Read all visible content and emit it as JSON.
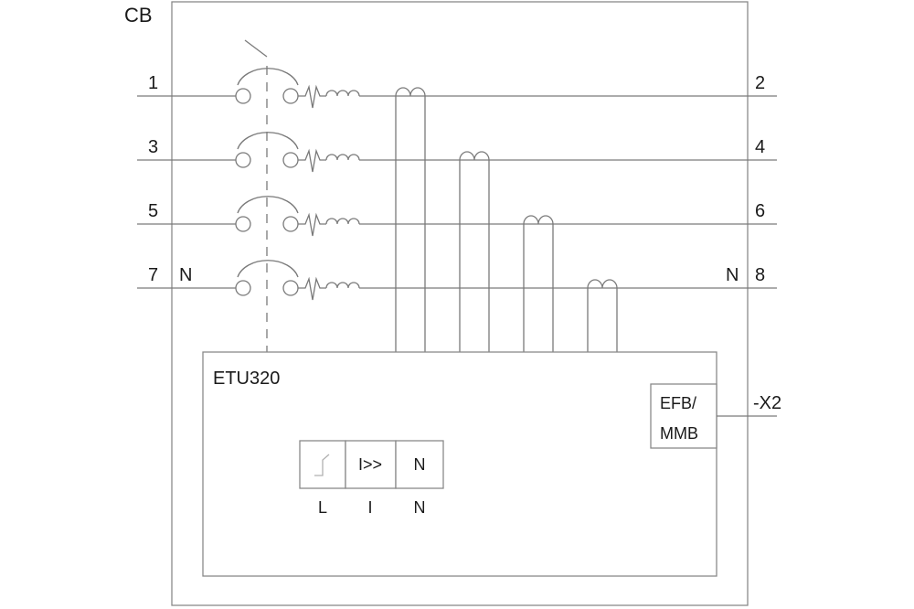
{
  "diagram": {
    "title": "CB",
    "terminals_in": [
      "1",
      "3",
      "5",
      "7"
    ],
    "terminals_out": [
      "2",
      "4",
      "6",
      "8"
    ],
    "neutral_in_label": "N",
    "neutral_out_label": "N",
    "trip_unit": {
      "name": "ETU320",
      "functions": [
        {
          "symbol": "",
          "label": "L",
          "icon": "long-time-delay-icon"
        },
        {
          "symbol": "I>>",
          "label": "I"
        },
        {
          "symbol": "N",
          "label": "N"
        }
      ],
      "module_line1": "EFB/",
      "module_line2": "MMB",
      "connector": "-X2"
    }
  }
}
